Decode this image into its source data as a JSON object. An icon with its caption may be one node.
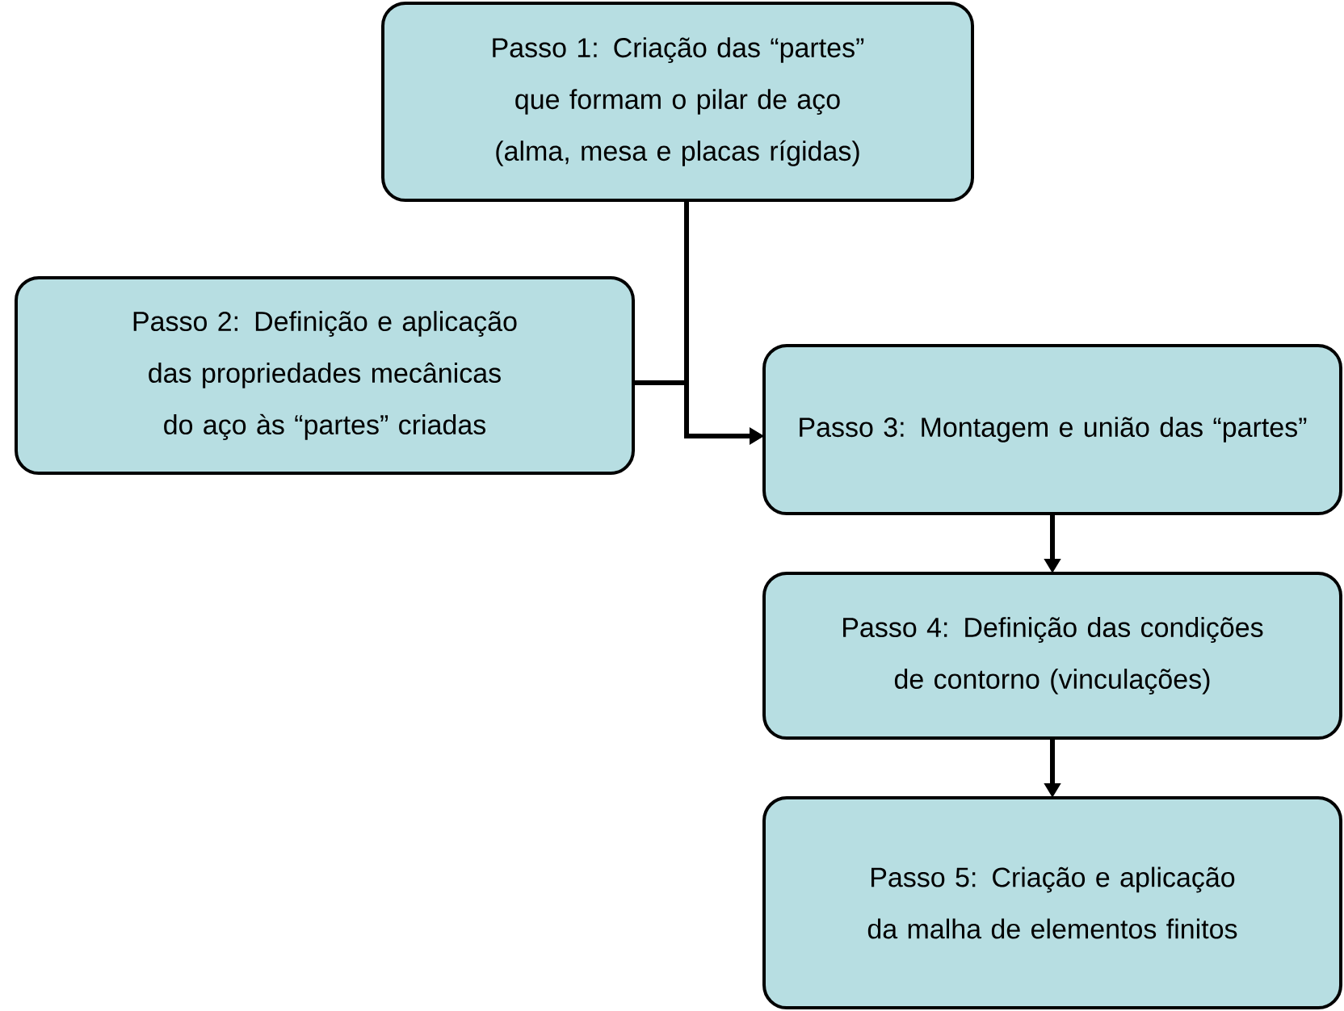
{
  "diagram": {
    "nodes": [
      {
        "text": [
          "Passo 1: Criação das “partes” que formam o pilar de aço (alma, mesa e placas rígidas)"
        ]
      },
      {
        "text": [
          "Passo 2: Definição e aplicação das propriedades mecânicas do aço às “partes” criadas"
        ]
      },
      {
        "text": [
          "Passo 3: Montagem e união das “partes”"
        ]
      },
      {
        "text": [
          "Passo 4: Definição das condições de contorno (vinculações)"
        ]
      },
      {
        "text": [
          "Passo 5: Criação e aplicação da malha de elementos finitos"
        ]
      }
    ],
    "edges": [
      {
        "from": 0,
        "to": 2,
        "arrow": "to"
      },
      {
        "from": 1,
        "to": 2,
        "arrow": "to"
      },
      {
        "from": 2,
        "to": 3,
        "arrow": "to"
      },
      {
        "from": 3,
        "to": 4,
        "arrow": "to"
      }
    ]
  }
}
